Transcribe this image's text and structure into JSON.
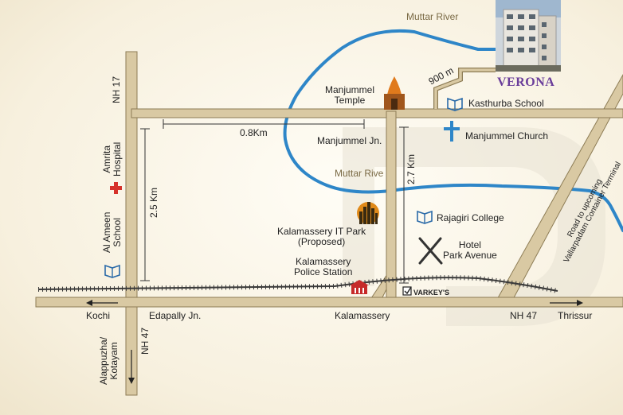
{
  "labels": {
    "muttar_river_top": "Muttar River",
    "muttar_river_mid": "Muttar Rive",
    "verona": "VERONA",
    "distance_900m": "900 m",
    "manjummel_temple": "Manjummel\nTemple",
    "kasthurba_school": "Kasthurba School",
    "manjummel_church": "Manjummel Church",
    "manjummel_jn": "Manjummel Jn.",
    "distance_08km": "0.8Km",
    "distance_27km": "2.7 Km",
    "distance_25km": "2.5 Km",
    "nh17": "NH 17",
    "amrita_hospital": "Amrita\nHospital",
    "al_ameen_school": "Al Ameen\nSchool",
    "kalamassery_it_park": "Kalamassery IT Park\n(Proposed)",
    "kalamassery_police_station": "Kalamassery\nPolice Station",
    "rajagiri_college": "Rajagiri College",
    "hotel_park_avenue": "Hotel\nPark Avenue",
    "varkeys": "VARKEY'S",
    "road_container_terminal": "Road to upcoming\nVallarpadam Container Terminal",
    "kochi": "Kochi",
    "edapally_jn": "Edapally Jn.",
    "kalamassery": "Kalamassery",
    "nh47_right": "NH 47",
    "thrissur": "Thrissur",
    "nh47_down": "NH 47",
    "alappuzha_kottayam": "Alappuzha/\nKotayam"
  },
  "colors": {
    "road": "#d9c9a3",
    "road_edge": "#8d7c55",
    "river": "#2e86c8",
    "railway": "#3a3a3a",
    "verona": "#6a3d9a",
    "hospital_cross": "#d6312a",
    "church_cross": "#2e86c8",
    "school_icon": "#2a6aa8",
    "police_icon": "#c62a2a"
  },
  "icons": [
    "temple-icon",
    "building-photo",
    "school-icon",
    "church-cross-icon",
    "hospital-cross-icon",
    "it-park-icon",
    "hotel-icon",
    "police-station-icon",
    "checkbox-icon",
    "arrow-left-icon",
    "arrow-right-icon",
    "arrow-down-icon"
  ]
}
